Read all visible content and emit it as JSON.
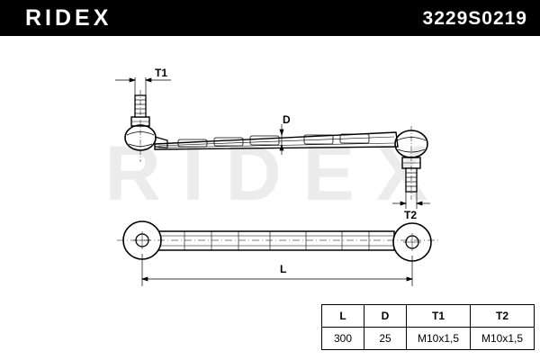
{
  "header": {
    "brand": "RIDEX",
    "part_number": "3229S0219"
  },
  "watermark": "RIDEX",
  "drawing": {
    "labels": {
      "t1": "T1",
      "d": "D",
      "t2": "T2",
      "l": "L"
    }
  },
  "spec_table": {
    "headers": [
      "L",
      "D",
      "T1",
      "T2"
    ],
    "values": [
      "300",
      "25",
      "M10x1,5",
      "M10x1,5"
    ]
  }
}
